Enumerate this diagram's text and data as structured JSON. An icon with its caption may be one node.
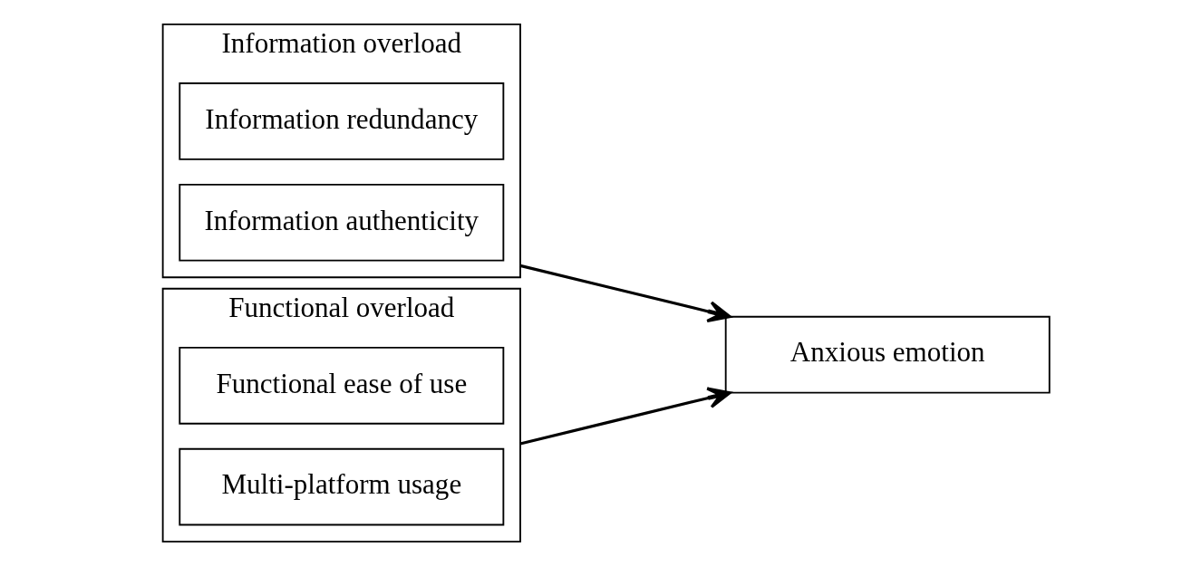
{
  "diagram": {
    "nodes": [
      {
        "text": [
          "Information overload"
        ]
      },
      {
        "text": [
          "Information redundancy"
        ],
        "in": 0
      },
      {
        "text": [
          "Information authenticity"
        ],
        "in": 0
      },
      {
        "text": [
          "Functional overload"
        ]
      },
      {
        "text": [
          "Functional ease of use"
        ],
        "in": 3
      },
      {
        "text": [
          "Multi-platform usage"
        ],
        "in": 3
      },
      {
        "text": [
          "Anxious emotion"
        ]
      }
    ],
    "edges": [
      {
        "from": 0,
        "to": 6,
        "arrow": "to"
      },
      {
        "from": 3,
        "to": 6,
        "arrow": "to"
      }
    ]
  }
}
